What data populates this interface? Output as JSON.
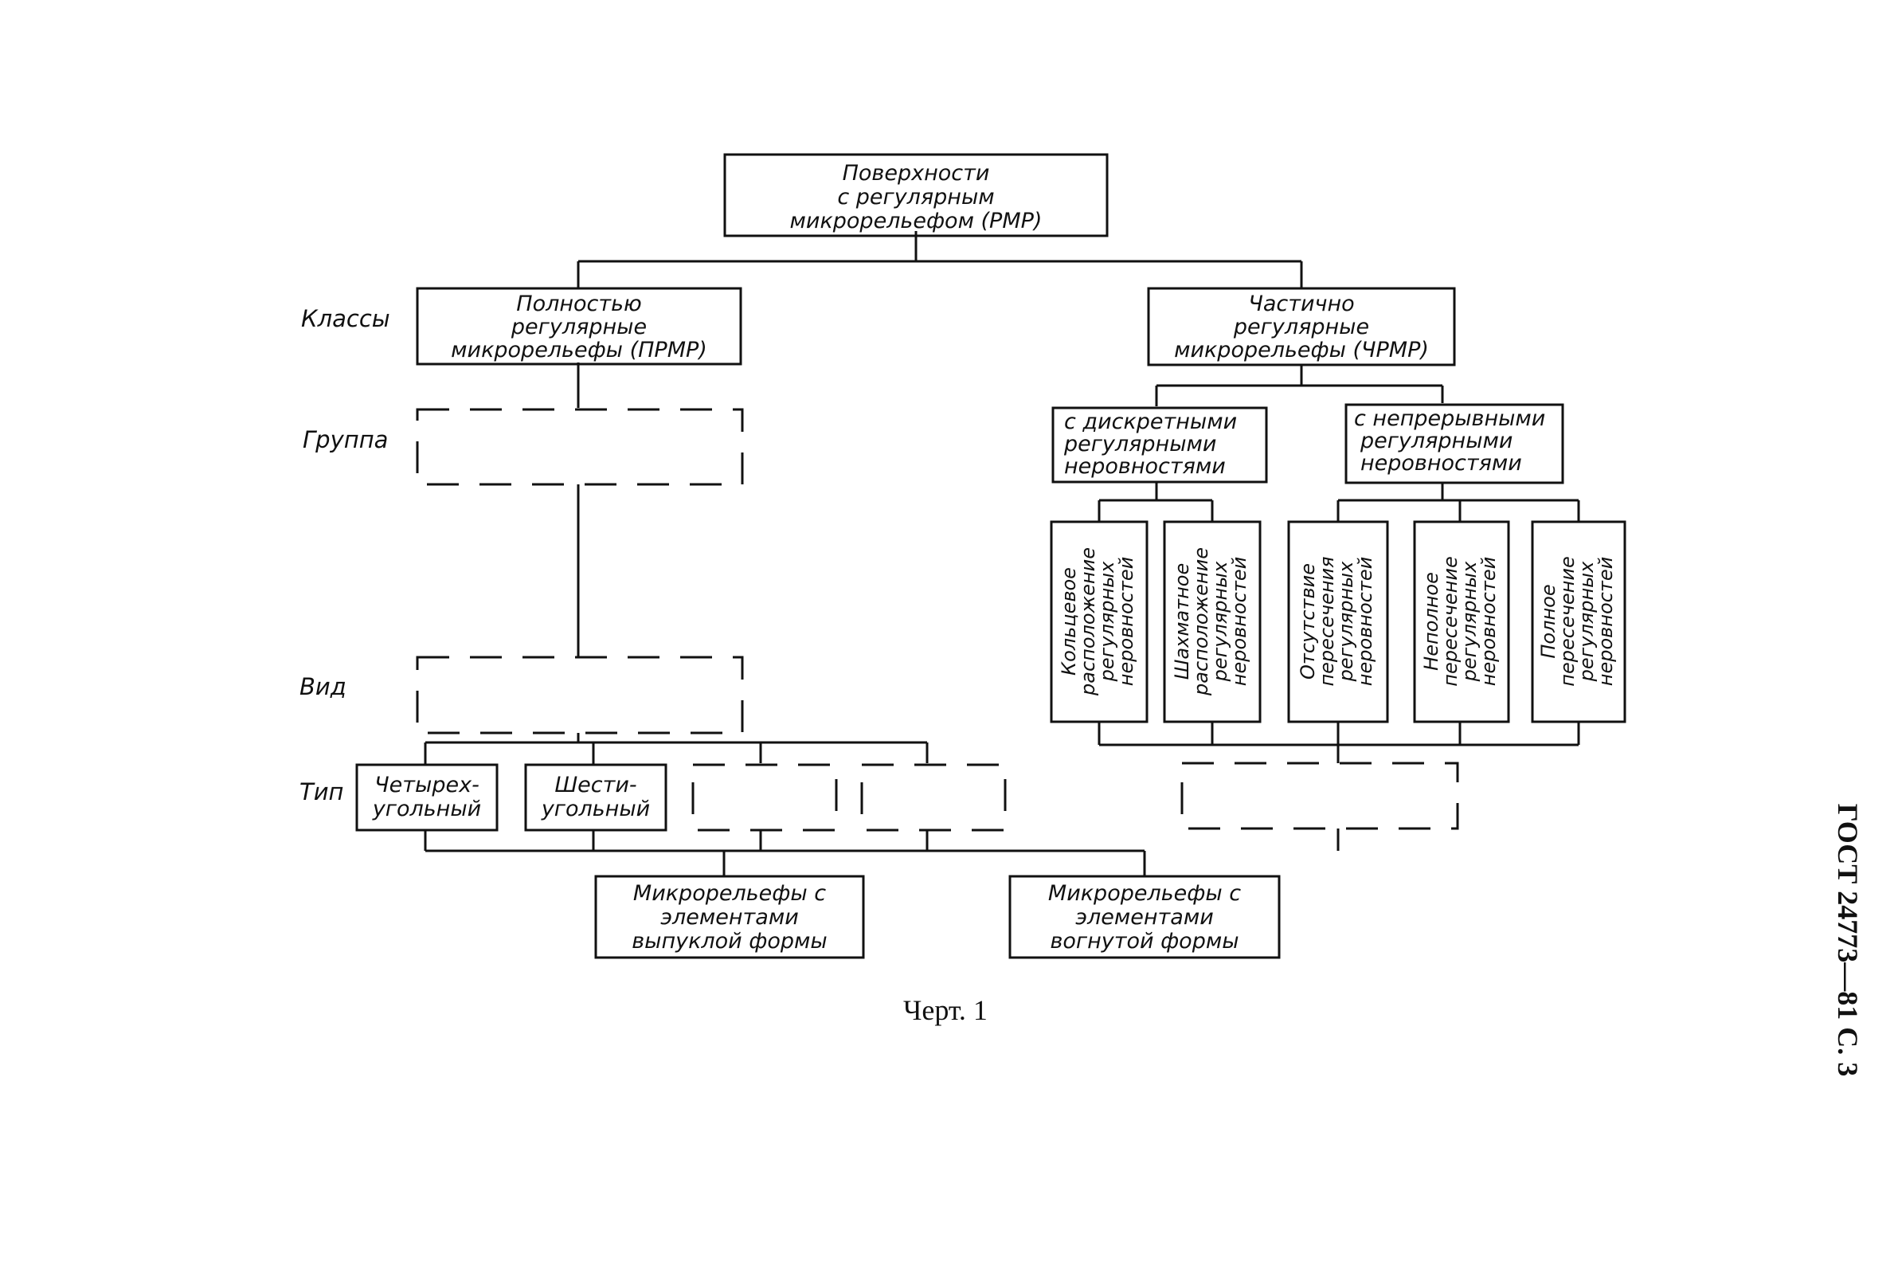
{
  "root": [
    "Поверхности",
    "с регулярным",
    "микрорельефом (РМР)"
  ],
  "levels": {
    "classes": "Классы",
    "group": "Группа",
    "kind": "Вид",
    "type": "Тип"
  },
  "classes": {
    "full": [
      "Полностью",
      "регулярные",
      "микрорельефы (ПРМР)"
    ],
    "partial": [
      "Частично",
      "регулярные",
      "микрорельефы (ЧРМР)"
    ]
  },
  "groups": {
    "discrete": [
      "с дискретными",
      "регулярными",
      "неровностями"
    ],
    "continuous": [
      "с непрерывными",
      "регулярными",
      "неровностями"
    ]
  },
  "kinds": [
    [
      "Кольцевое",
      "расположение",
      "регулярных",
      "неровностей"
    ],
    [
      "Шахматное",
      "расположение",
      "регулярных",
      "неровностей"
    ],
    [
      "Отсутствие",
      "пересечения",
      "регулярных",
      "неровностей"
    ],
    [
      "Неполное",
      "пересечение",
      "регулярных",
      "неровностей"
    ],
    [
      "Полное",
      "пересечение",
      "регулярных",
      "неровностей"
    ]
  ],
  "types": {
    "quad": [
      "Четырех-",
      "угольный"
    ],
    "hex": [
      "Шести-",
      "угольный"
    ]
  },
  "elements": {
    "convex": [
      "Микрорельефы с",
      "элементами",
      "выпуклой формы"
    ],
    "concave": [
      "Микрорельефы с",
      "элементами",
      "вогнутой формы"
    ]
  },
  "caption": "Черт. 1",
  "side_note": "ГОСТ 24773—81 С. 3"
}
